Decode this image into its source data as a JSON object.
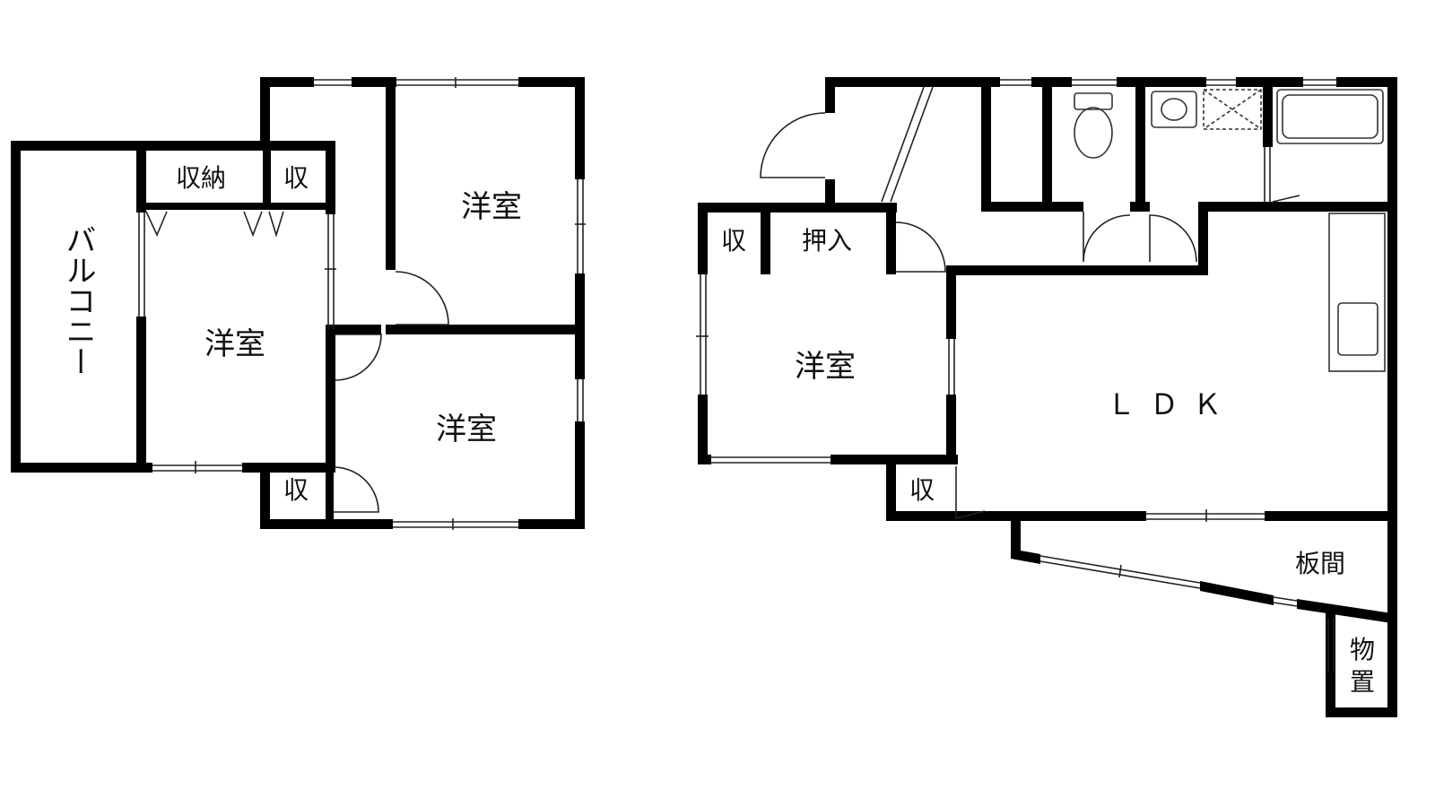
{
  "floor_left": {
    "balcony": "バルコニー",
    "closet_storage": "収納",
    "storage_top": "収",
    "storage_bottom": "収",
    "room_west": "洋室",
    "room_ne": "洋室",
    "room_se": "洋室"
  },
  "floor_right": {
    "storage_left": "収",
    "oshiire": "押入",
    "room_west": "洋室",
    "ldk": "ＬＤＫ",
    "storage_bottom": "収",
    "itama": "板間",
    "monooki_1": "物",
    "monooki_2": "置"
  }
}
